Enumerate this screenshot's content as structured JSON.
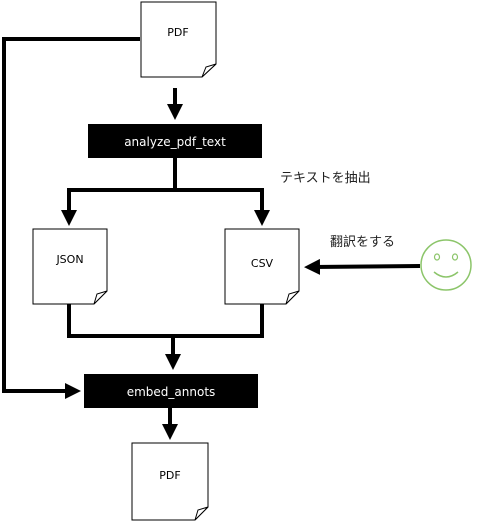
{
  "documents": {
    "pdf_input": "PDF",
    "json_output": "JSON",
    "csv_output": "CSV",
    "pdf_output": "PDF"
  },
  "processes": {
    "analyze": "analyze_pdf_text",
    "embed": "embed_annots"
  },
  "annotations": {
    "extract_text": "テキストを抽出",
    "translate": "翻訳をする"
  },
  "icons": {
    "user": "smiley-face-icon"
  },
  "colors": {
    "process_fill": "#000000",
    "process_text": "#ffffff",
    "arrow": "#000000",
    "smiley": "#8cc56a"
  }
}
